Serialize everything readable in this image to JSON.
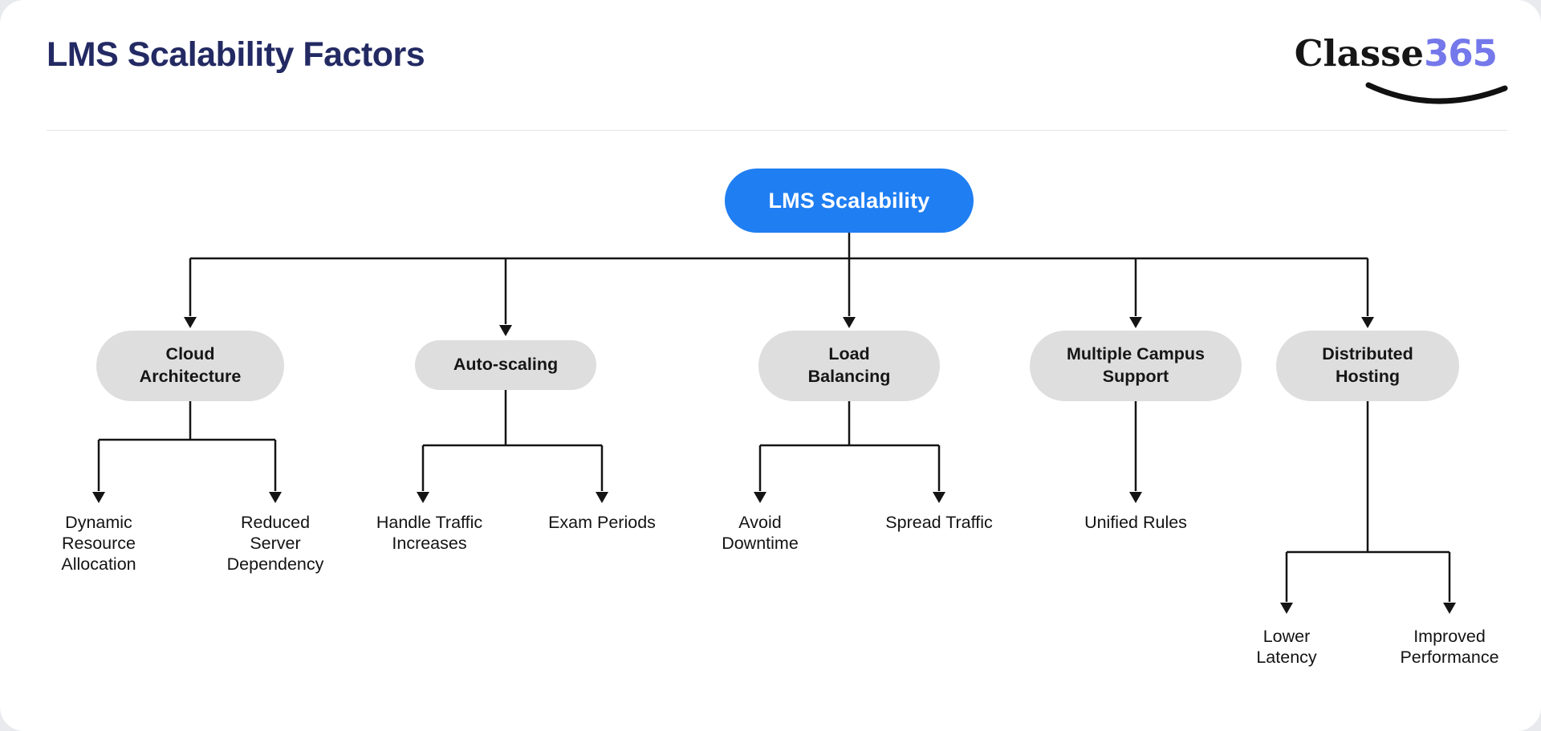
{
  "header": {
    "title": "LMS Scalability Factors"
  },
  "logo": {
    "brand": "Classe",
    "suffix": "365"
  },
  "diagram": {
    "root": {
      "label": "LMS Scalability"
    },
    "branches": [
      {
        "label": "Cloud\nArchitecture",
        "children": [
          "Dynamic\nResource\nAllocation",
          "Reduced\nServer\nDependency"
        ]
      },
      {
        "label": "Auto-scaling",
        "children": [
          "Handle Traffic\nIncreases",
          "Exam Periods"
        ]
      },
      {
        "label": "Load\nBalancing",
        "children": [
          "Avoid\nDowntime",
          "Spread Traffic"
        ]
      },
      {
        "label": "Multiple Campus\nSupport",
        "children": [
          "Unified Rules"
        ]
      },
      {
        "label": "Distributed\nHosting",
        "children": [
          "Lower\nLatency",
          "Improved\nPerformance"
        ]
      }
    ],
    "colors": {
      "root_fill": "#1f7ef2",
      "root_text": "#ffffff",
      "branch_fill": "#dedede",
      "line": "#141414",
      "title": "#232a63",
      "logo_accent": "#7478ea"
    }
  }
}
